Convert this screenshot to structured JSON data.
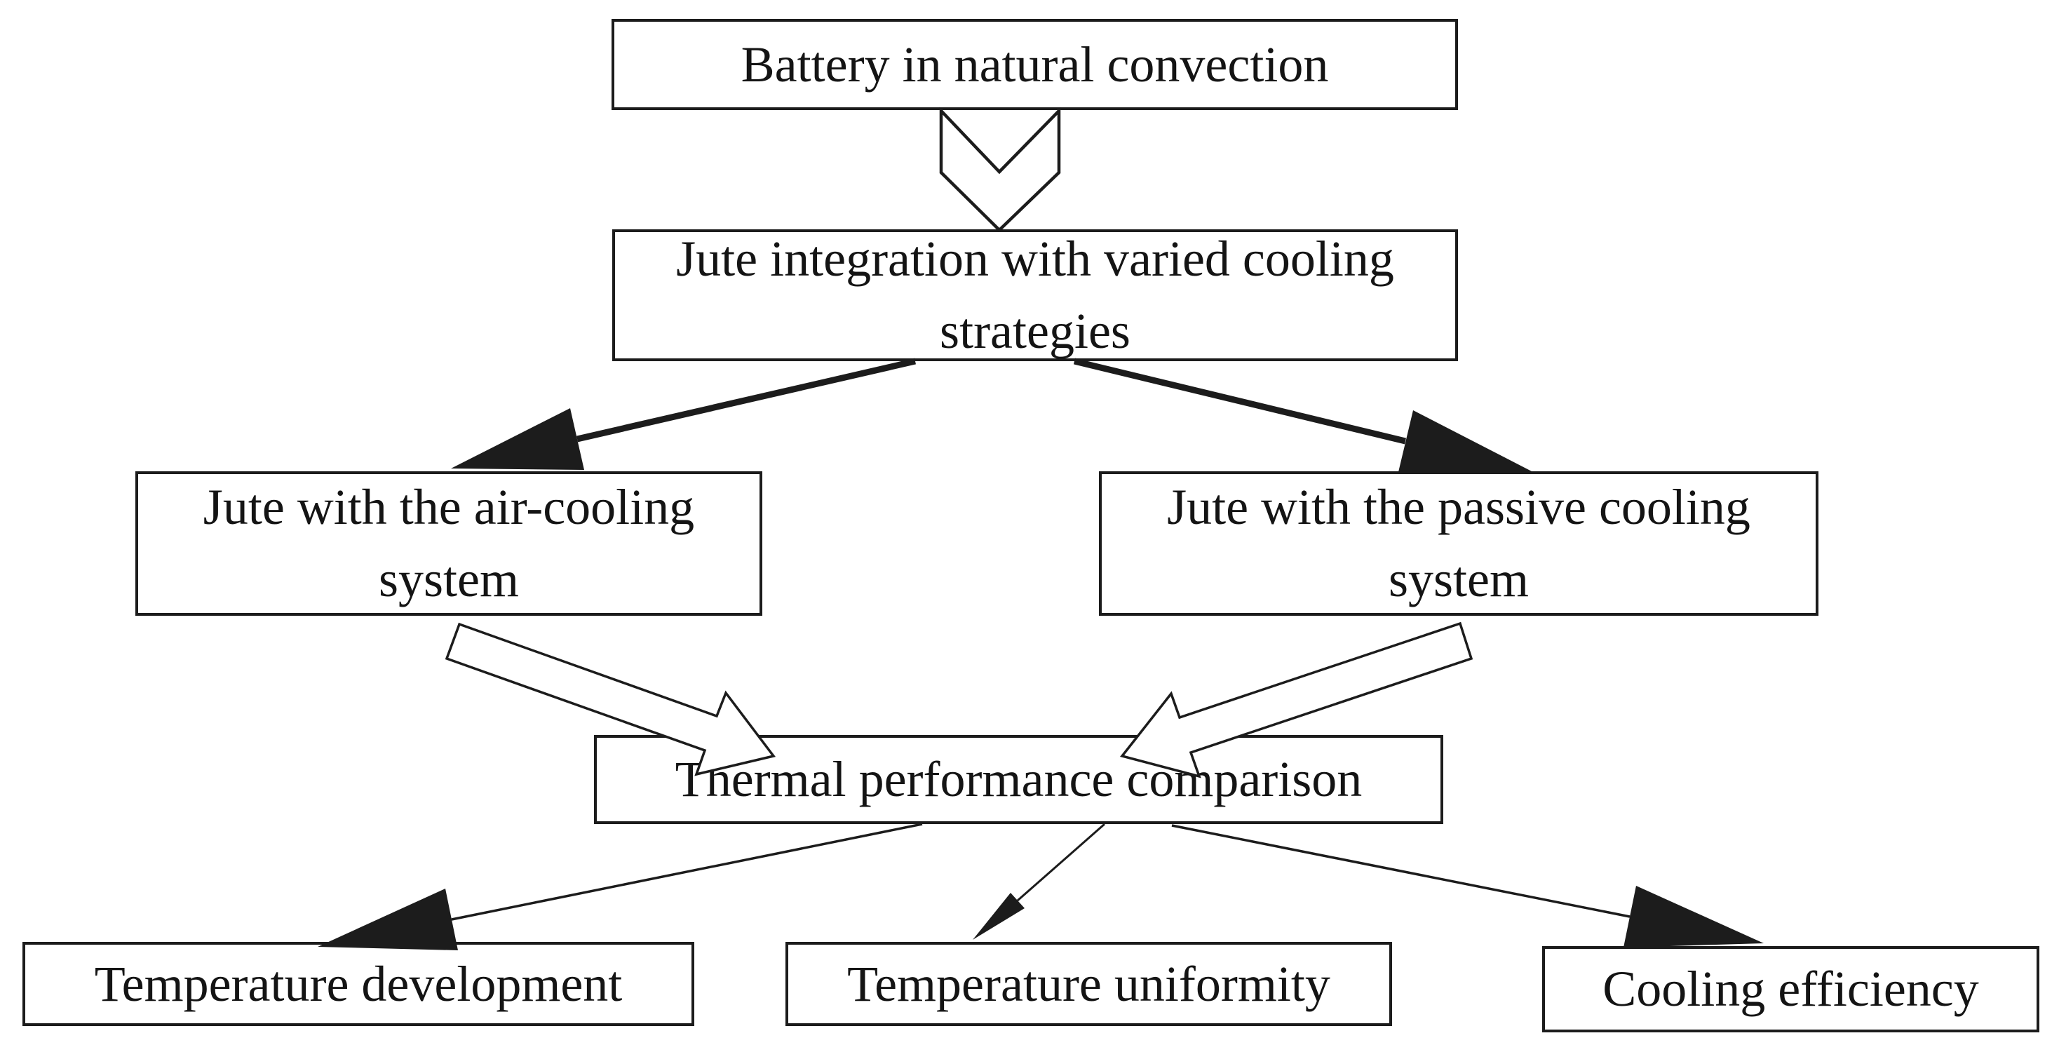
{
  "diagram": {
    "title": "Battery cooling strategy flowchart",
    "colors": {
      "background": "#ffffff",
      "line": "#1c1c1c",
      "box_fill": "#ffffff",
      "text": "#141414"
    },
    "nodes": {
      "battery": {
        "lines": [
          "Battery in natural convection"
        ]
      },
      "integration": {
        "lines": [
          "Jute integration with varied cooling",
          "strategies"
        ]
      },
      "air_cooling": {
        "lines": [
          "Jute with the air-cooling",
          "system"
        ]
      },
      "passive_cooling": {
        "lines": [
          "Jute with the passive cooling",
          "system"
        ]
      },
      "comparison": {
        "lines": [
          "Thermal performance comparison"
        ]
      },
      "temp_dev": {
        "lines": [
          "Temperature development"
        ]
      },
      "temp_uniform": {
        "lines": [
          "Temperature uniformity"
        ]
      },
      "cooling_eff": {
        "lines": [
          "Cooling efficiency"
        ]
      }
    },
    "edges": [
      {
        "from": "battery",
        "to": "integration",
        "style": "outlined-chevron-arrow"
      },
      {
        "from": "integration",
        "to": "air_cooling",
        "style": "thick-line-solid-head"
      },
      {
        "from": "integration",
        "to": "passive_cooling",
        "style": "thick-line-solid-head"
      },
      {
        "from": "air_cooling",
        "to": "comparison",
        "style": "outlined-block-arrow"
      },
      {
        "from": "passive_cooling",
        "to": "comparison",
        "style": "outlined-block-arrow"
      },
      {
        "from": "comparison",
        "to": "temp_dev",
        "style": "thin-line-large-solid-head"
      },
      {
        "from": "comparison",
        "to": "temp_uniform",
        "style": "thin-line-small-solid-head"
      },
      {
        "from": "comparison",
        "to": "cooling_eff",
        "style": "thin-line-large-solid-head"
      }
    ]
  }
}
